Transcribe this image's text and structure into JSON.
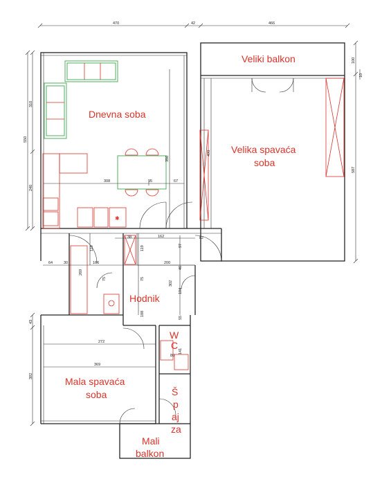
{
  "rooms": {
    "veliki_balkon": "Veliki balkon",
    "dnevna_soba": "Dnevna soba",
    "velika_spavaca_1": "Velika spavaća",
    "velika_spavaca_2": "soba",
    "hodnik": "Hodnik",
    "wc_1": "W",
    "wc_2": "C",
    "mala_spavaca_1": "Mala spavaća",
    "mala_spavaca_2": "soba",
    "spajza_1": "Š",
    "spajza_2": "p",
    "spajza_3": "aj",
    "spajza_4": "za",
    "mali_balkon_1": "Mali",
    "mali_balkon_2": "balkon"
  },
  "dimensions": {
    "top_470": "470",
    "top_42": "42",
    "top_466": "466",
    "left_310": "310",
    "left_550": "550",
    "left_240": "240",
    "right_100": "100",
    "right_10": "10",
    "right_587": "587",
    "inner_350": "350",
    "inner_308": "308",
    "inner_95": "95",
    "inner_67": "67",
    "inner_490": "490",
    "d_38": "38",
    "d_119a": "119",
    "d_119b": "119",
    "d_162": "162",
    "d_97": "97",
    "d_82": "82",
    "d_64": "64",
    "d_30": "30",
    "d_166": "166",
    "d_200": "200",
    "d_46": "46",
    "d_75a": "75",
    "d_75b": "75",
    "d_269": "269",
    "d_302": "302",
    "d_104": "104",
    "d_188": "188",
    "d_55": "55",
    "d_43": "43",
    "d_272": "272",
    "d_369": "369",
    "d_392": "392",
    "d_141": "141",
    "d_80": "80"
  }
}
